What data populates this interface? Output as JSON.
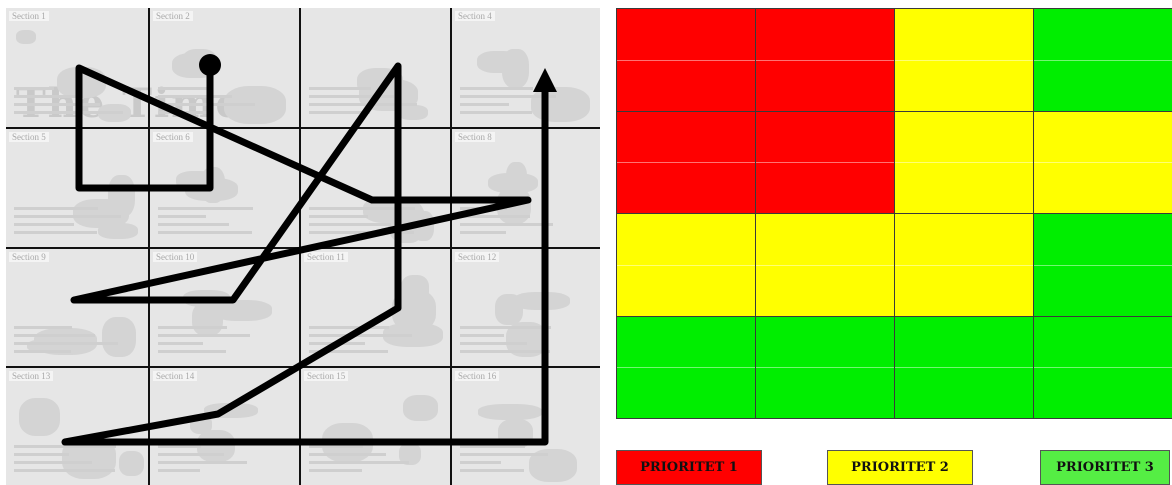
{
  "left_panel": {
    "masthead_text": "The Times",
    "section_labels": [
      "Section 1",
      "Section 2",
      "",
      "Section 4",
      "Section 5",
      "Section 6",
      "",
      "Section 8",
      "Section 9",
      "Section 10",
      "Section 11",
      "Section 12",
      "Section 13",
      "Section 14",
      "Section 15",
      "Section 16"
    ]
  },
  "heat_grid": {
    "rows": 4,
    "cols": 4,
    "colors": {
      "1": "#ff0000",
      "2": "#ffff00",
      "3": "#00ee00"
    },
    "priorities": [
      [
        1,
        1,
        2,
        3
      ],
      [
        1,
        1,
        2,
        2
      ],
      [
        2,
        2,
        2,
        3
      ],
      [
        3,
        3,
        3,
        3
      ]
    ]
  },
  "legend": [
    {
      "label": "PRIORITET 1",
      "color": "#ff0000"
    },
    {
      "label": "PRIORITET 2",
      "color": "#ffff00"
    },
    {
      "label": "PRIORITET 3",
      "color": "#55ee44"
    }
  ]
}
